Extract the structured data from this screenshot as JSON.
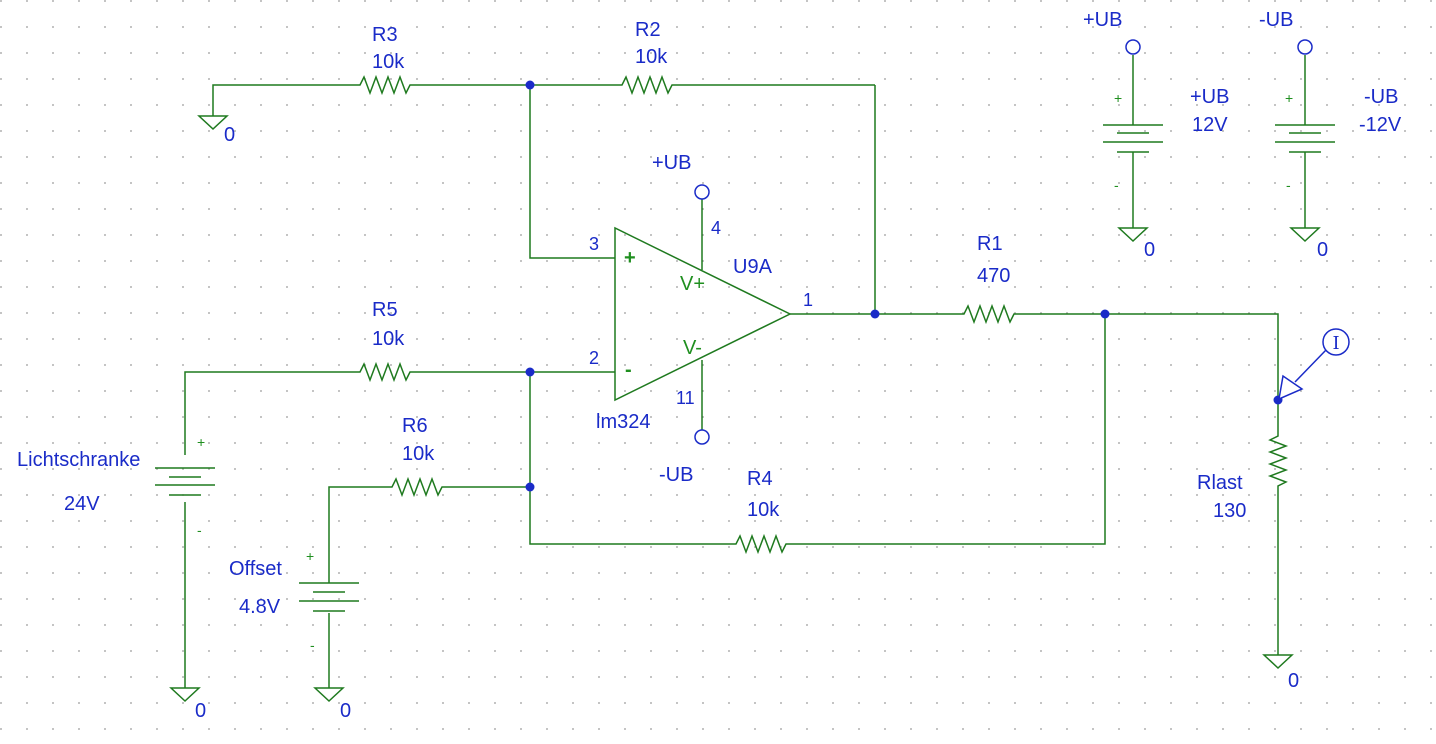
{
  "resistors": {
    "r3": {
      "name": "R3",
      "value": "10k"
    },
    "r2": {
      "name": "R2",
      "value": "10k"
    },
    "r5": {
      "name": "R5",
      "value": "10k"
    },
    "r6": {
      "name": "R6",
      "value": "10k"
    },
    "r4": {
      "name": "R4",
      "value": "10k"
    },
    "r1": {
      "name": "R1",
      "value": "470"
    },
    "rlast": {
      "name": "Rlast",
      "value": "130"
    }
  },
  "opamp": {
    "name": "U9A",
    "part": "lm324",
    "plus_sign": "+",
    "minus_sign": "-",
    "vplus_label": "V+",
    "vminus_label": "V-",
    "pin_noninv": "3",
    "pin_inv": "2",
    "pin_out": "1",
    "pin_vpos": "4",
    "pin_vneg": "11",
    "supply_pos": "+UB",
    "supply_neg": "-UB"
  },
  "sources": {
    "ub_pos": {
      "port": "+UB",
      "name": "+UB",
      "value": "12V"
    },
    "ub_neg": {
      "port": "-UB",
      "name": "-UB",
      "value": "-12V"
    },
    "lichtschranke": {
      "name": "Lichtschranke",
      "value": "24V"
    },
    "offset": {
      "name": "Offset",
      "value": "4.8V"
    },
    "plus": "+",
    "minus": "-"
  },
  "ground_label": "0",
  "current_probe_label": "I"
}
